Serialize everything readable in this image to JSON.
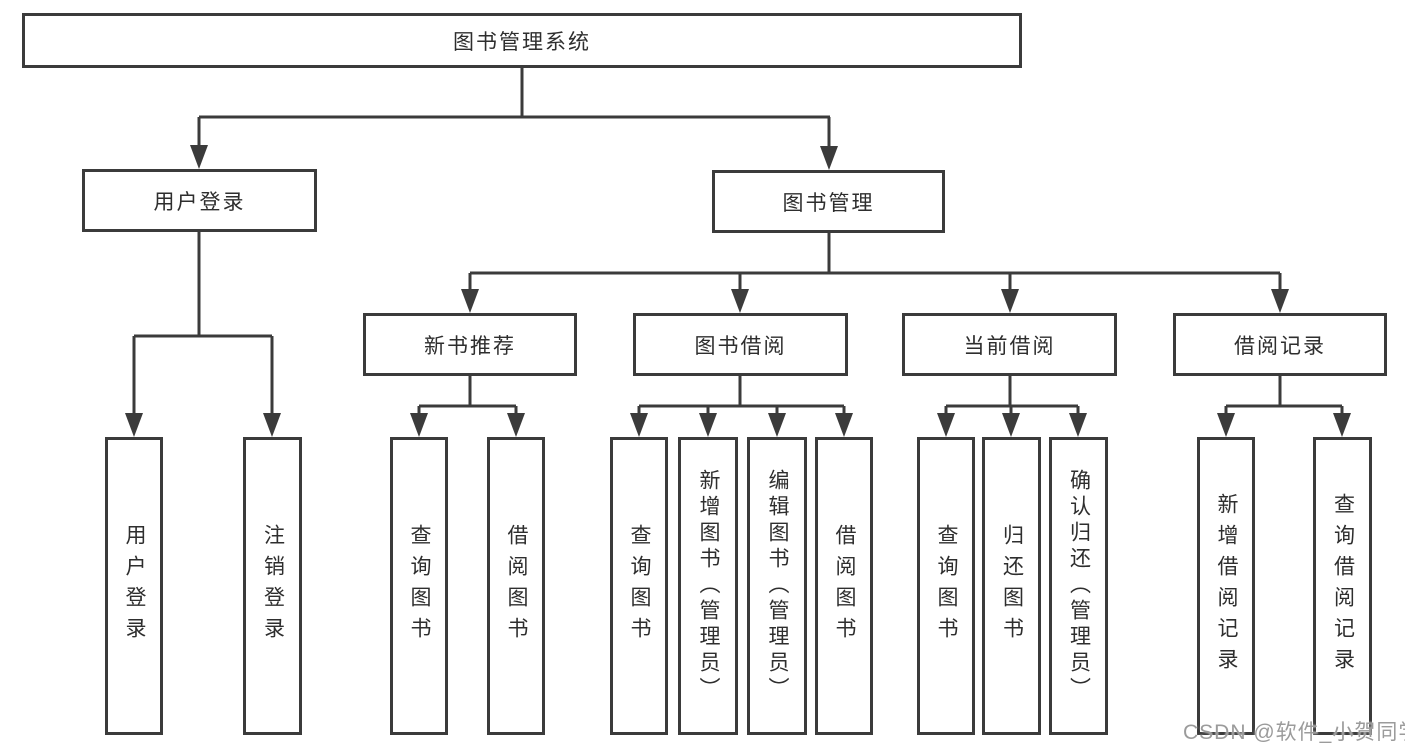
{
  "page": {
    "background_color": "#ffffff",
    "line_color": "#3b3b3b",
    "text_color": "#2e2e2e"
  },
  "nodes": {
    "root": {
      "label": "图书管理系统"
    },
    "user_login": {
      "label": "用户登录"
    },
    "book_management": {
      "label": "图书管理"
    },
    "new_book_recommend": {
      "label": "新书推荐"
    },
    "book_borrowing": {
      "label": "图书借阅"
    },
    "current_borrowing": {
      "label": "当前借阅"
    },
    "borrowing_records": {
      "label": "借阅记录"
    },
    "leaves": {
      "user_login": {
        "label": "用户登录"
      },
      "logout": {
        "label": "注销登录"
      },
      "query_books_recommend": {
        "label": "查询图书"
      },
      "borrow_books_recommend": {
        "label": "借阅图书"
      },
      "query_books_borrowing": {
        "label": "查询图书"
      },
      "add_book_admin": {
        "label": "新增图书（管理员）"
      },
      "edit_book_admin": {
        "label": "编辑图书（管理员）"
      },
      "borrow_books_borrowing": {
        "label": "借阅图书"
      },
      "query_books_current": {
        "label": "查询图书"
      },
      "return_book": {
        "label": "归还图书"
      },
      "confirm_return_admin": {
        "label": "确认归还（管理员）"
      },
      "add_borrow_record": {
        "label": "新增借阅记录"
      },
      "query_borrow_record": {
        "label": "查询借阅记录"
      }
    }
  },
  "watermark": {
    "text": "CSDN @软件_小贺同学",
    "color": "#9b9b9b"
  }
}
